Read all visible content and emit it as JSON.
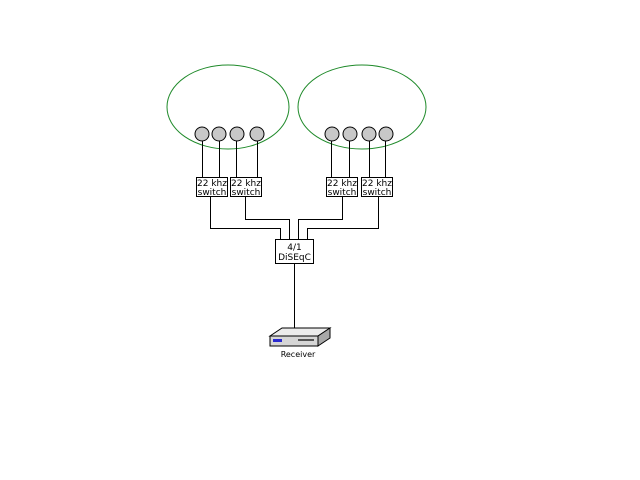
{
  "colors": {
    "dish_group_outline": "#1f8a2a",
    "wire": "#000000",
    "lnb_fill": "#c8c8c8",
    "receiver_body": "#d6d6d6",
    "receiver_panel": "#2a2ad0"
  },
  "dish_groups": [
    {
      "lnbs": [
        {
          "icon": "lnb-icon"
        },
        {
          "icon": "lnb-icon"
        },
        {
          "icon": "lnb-icon"
        },
        {
          "icon": "lnb-icon"
        }
      ]
    },
    {
      "lnbs": [
        {
          "icon": "lnb-icon"
        },
        {
          "icon": "lnb-icon"
        },
        {
          "icon": "lnb-icon"
        },
        {
          "icon": "lnb-icon"
        }
      ]
    }
  ],
  "switches": [
    {
      "line1": "22 khz",
      "line2": "switch"
    },
    {
      "line1": "22 khz",
      "line2": "switch"
    },
    {
      "line1": "22 khz",
      "line2": "switch"
    },
    {
      "line1": "22 khz",
      "line2": "switch"
    }
  ],
  "diseqc": {
    "line1": "4/1",
    "line2": "DiSEqC"
  },
  "receiver": {
    "label": "Receiver",
    "icon": "receiver-icon"
  }
}
